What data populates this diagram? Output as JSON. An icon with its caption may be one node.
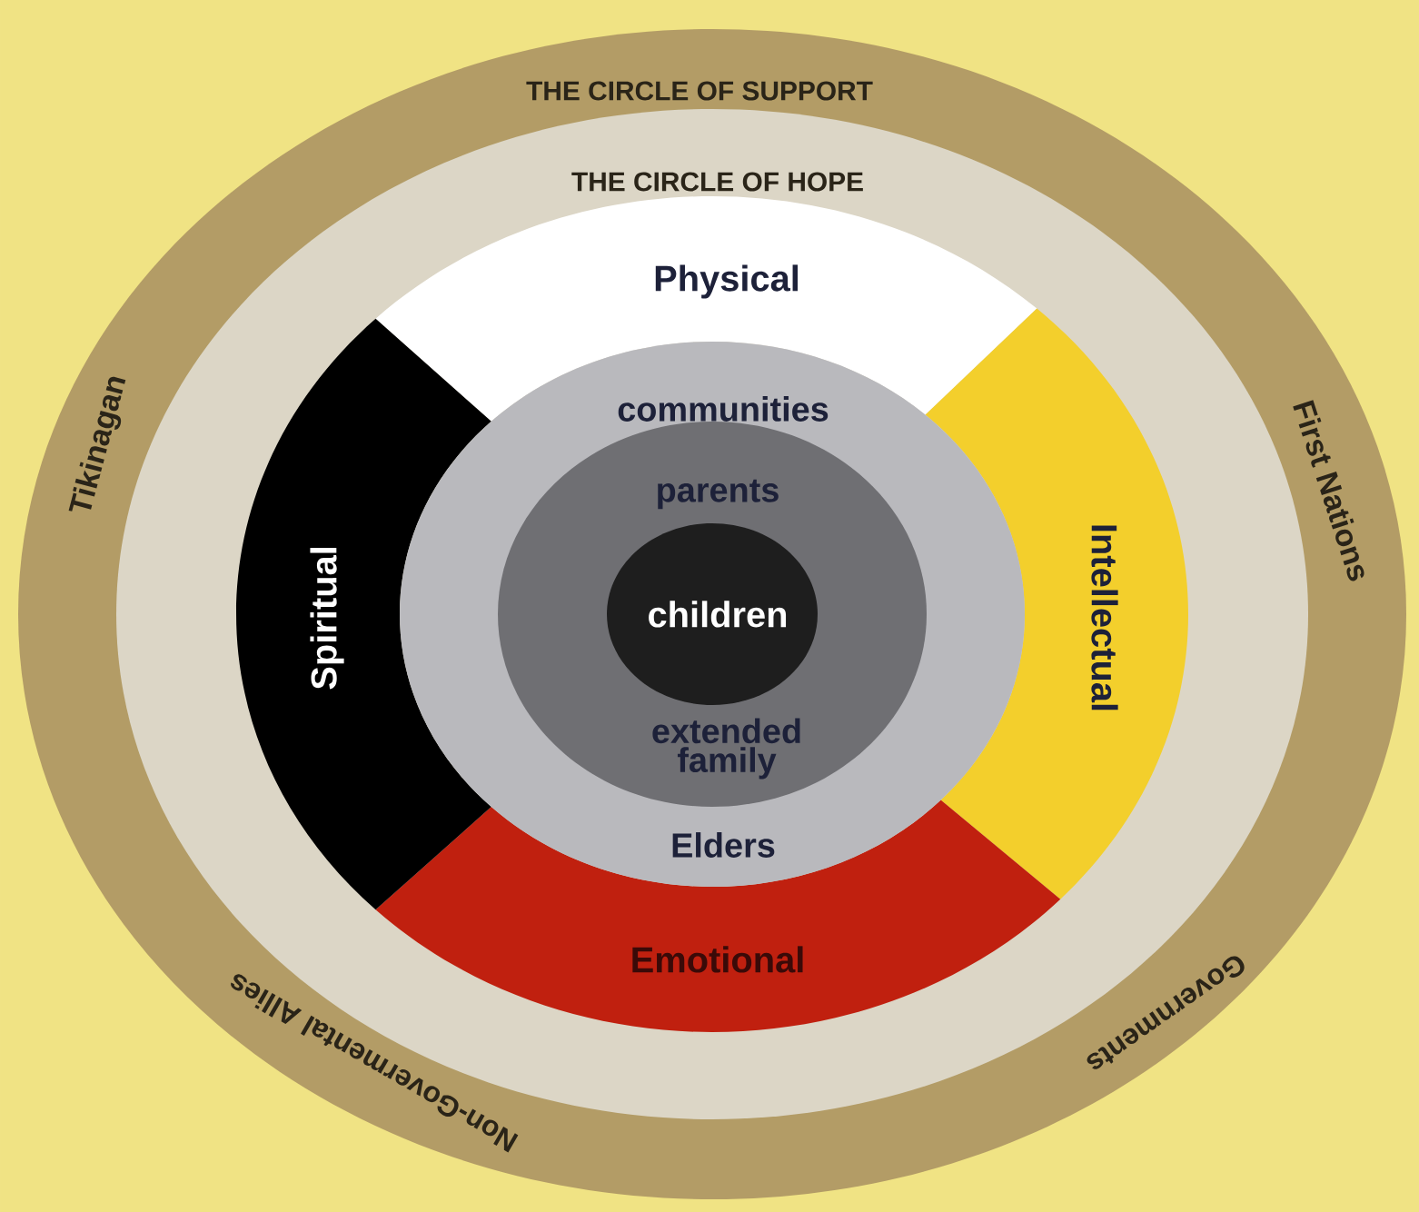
{
  "diagram": {
    "nodes": [
      {
        "text": [
          "THE CIRCLE OF SUPPORT",
          "Tikinagan",
          "First Nations",
          "Governments",
          "Non-Govermental Allies"
        ]
      },
      {
        "text": [
          "THE CIRCLE OF HOPE"
        ],
        "in": 0
      },
      {
        "text": [
          "Physical"
        ],
        "in": 1
      },
      {
        "text": [
          "Intellectual"
        ],
        "in": 1
      },
      {
        "text": [
          "Emotional"
        ],
        "in": 1
      },
      {
        "text": [
          "Spiritual"
        ],
        "in": 1
      },
      {
        "text": [
          "communities",
          "Elders"
        ],
        "in": 1
      },
      {
        "text": [
          "parents",
          "extended family"
        ],
        "in": 6
      },
      {
        "text": [
          "children"
        ],
        "in": 7
      }
    ]
  }
}
